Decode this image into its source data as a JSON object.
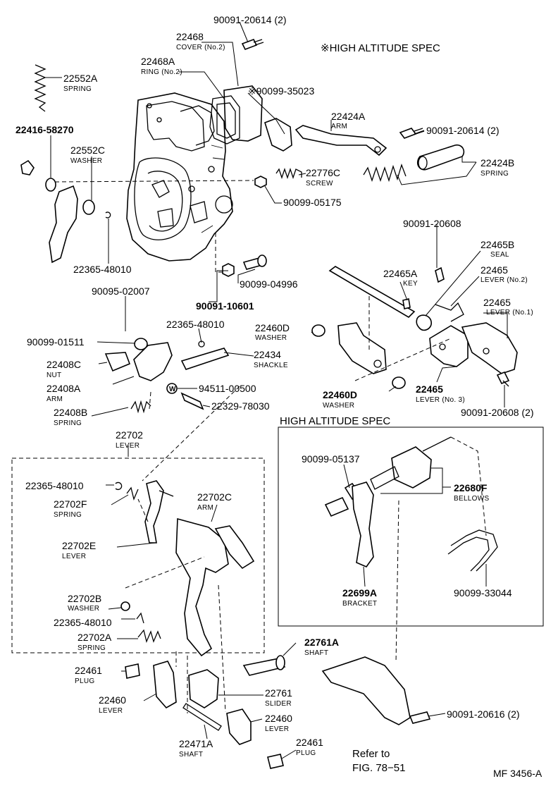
{
  "header": {
    "high_altitude_spec": "※HIGH ALTITUDE SPEC"
  },
  "box": {
    "title": "HIGH ALTITUDE SPEC"
  },
  "figure_code": "MF 3456-A",
  "refer": {
    "line1": "Refer to",
    "line2": "FIG. 78−51"
  },
  "parts": {
    "p90091_20614_top": {
      "number": "90091-20614 (2)"
    },
    "p22468": {
      "number": "22468",
      "name": "COVER (No.2)"
    },
    "p22468A": {
      "number": "22468A",
      "name": "RING (No.2)"
    },
    "p22552A": {
      "number": "22552A",
      "name": "SPRING"
    },
    "p90099_35023": {
      "number": "※90099-35023"
    },
    "p22424A": {
      "number": "22424A",
      "name": "ARM"
    },
    "p90091_20614_mid": {
      "number": "90091-20614 (2)"
    },
    "p22416_58270": {
      "number": "22416-58270"
    },
    "p22552C": {
      "number": "22552C",
      "name": "WASHER"
    },
    "p22424B": {
      "number": "22424B",
      "name": "SPRING"
    },
    "p22776C": {
      "number": "22776C",
      "name": "SCREW"
    },
    "p90099_05175": {
      "number": "90099-05175"
    },
    "p22365_48010_a": {
      "number": "22365-48010"
    },
    "p90091_20608_a": {
      "number": "90091-20608"
    },
    "p22465B": {
      "number": "22465B",
      "name": "SEAL"
    },
    "p90099_04996": {
      "number": "90099-04996"
    },
    "p22465A": {
      "number": "22465A",
      "name": "KEY"
    },
    "p22465_no2": {
      "number": "22465",
      "name": "LEVER (No.2)"
    },
    "p90095_02007": {
      "number": "90095-02007"
    },
    "p90091_10601": {
      "number": "90091-10601"
    },
    "p22465_no1": {
      "number": "22465",
      "name": "LEVER (No.1)"
    },
    "p22365_48010_b": {
      "number": "22365-48010"
    },
    "p22460D_a": {
      "number": "22460D",
      "name": "WASHER"
    },
    "p90099_01511": {
      "number": "90099-01511"
    },
    "p22434": {
      "number": "22434",
      "name": "SHACKLE"
    },
    "p22408C": {
      "number": "22408C",
      "name": "NUT"
    },
    "p22465_no3": {
      "number": "22465",
      "name": "LEVER (No. 3)"
    },
    "p22408A": {
      "number": "22408A",
      "name": "ARM"
    },
    "p94511_00500": {
      "number": "94511-00500"
    },
    "p22460D_b": {
      "number": "22460D",
      "name": "WASHER"
    },
    "p22329_78030": {
      "number": "22329-78030"
    },
    "p90091_20608_b": {
      "number": "90091-20608 (2)"
    },
    "p22408B": {
      "number": "22408B",
      "name": "SPRING"
    },
    "p22702": {
      "number": "22702",
      "name": "LEVER"
    },
    "p90099_05137": {
      "number": "90099-05137"
    },
    "p22365_48010_c": {
      "number": "22365-48010"
    },
    "p22702C": {
      "number": "22702C",
      "name": "ARM"
    },
    "p22680F": {
      "number": "22680F",
      "name": "BELLOWS"
    },
    "p22702F": {
      "number": "22702F",
      "name": "SPRING"
    },
    "p22702E": {
      "number": "22702E",
      "name": "LEVER"
    },
    "p22699A": {
      "number": "22699A",
      "name": "BRACKET"
    },
    "p90099_33044": {
      "number": "90099-33044"
    },
    "p22702B": {
      "number": "22702B",
      "name": "WASHER"
    },
    "p22365_48010_d": {
      "number": "22365-48010"
    },
    "p22702A": {
      "number": "22702A",
      "name": "SPRING"
    },
    "p22761A": {
      "number": "22761A",
      "name": "SHAFT"
    },
    "p22461_a": {
      "number": "22461",
      "name": "PLUG"
    },
    "p22460_a": {
      "number": "22460",
      "name": "LEVER"
    },
    "p22761": {
      "number": "22761",
      "name": "SLIDER"
    },
    "p90091_20616": {
      "number": "90091-20616 (2)"
    },
    "p22460_b": {
      "number": "22460",
      "name": "LEVER"
    },
    "p22471A": {
      "number": "22471A",
      "name": "SHAFT"
    },
    "p22461_b": {
      "number": "22461",
      "name": "PLUG"
    }
  }
}
